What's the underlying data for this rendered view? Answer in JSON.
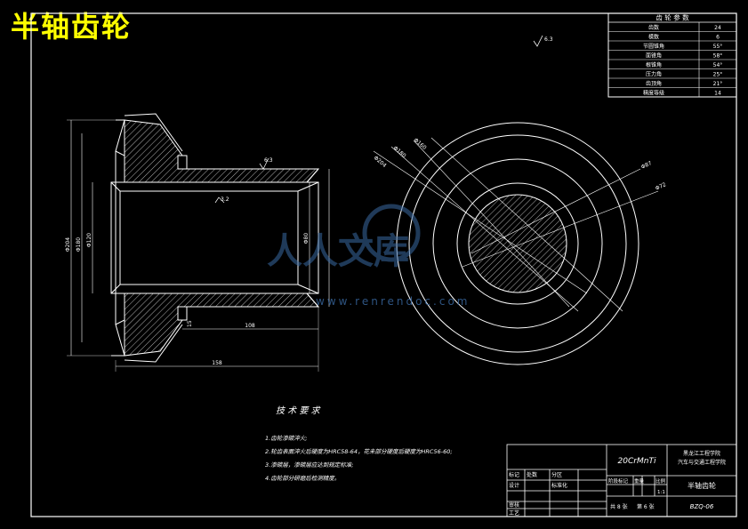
{
  "title": "半轴齿轮",
  "param_table": {
    "header": "齿 轮 参 数",
    "rows": [
      {
        "label": "齿数",
        "value": "24"
      },
      {
        "label": "模数",
        "value": "6"
      },
      {
        "label": "节圆锥角",
        "value": "55°"
      },
      {
        "label": "面锥角",
        "value": "58°"
      },
      {
        "label": "根锥角",
        "value": "54°"
      },
      {
        "label": "压力角",
        "value": "25°"
      },
      {
        "label": "齿顶角",
        "value": "21°"
      },
      {
        "label": "精度等级",
        "value": "14"
      }
    ]
  },
  "section_dims": {
    "overall_length": "158",
    "bore_length": "108",
    "dia_outer": "Φ204",
    "dia_2": "Φ180",
    "dia_3": "Φ120",
    "bore_dia": "Φ80",
    "groove": "15",
    "roughness_1": "6.3",
    "roughness_2": "3.2",
    "roughness_3": "6.3"
  },
  "circle_dims": {
    "d1": "Φ204",
    "d2": "Φ180",
    "d3": "Φ160",
    "d4": "Φ87",
    "d5": "Φ72"
  },
  "tech_req": {
    "heading": "技 术 要 求",
    "items": [
      "1.齿轮渗碳淬火;",
      "2.轮齿表面淬火后硬度为HRC58-64，花未部分硬度后硬度为HRC56-60;",
      "3.渗碳层，渗碳层应达到规定标准;",
      "4.齿轮部分研磨后检测精度。"
    ]
  },
  "title_block": {
    "material": "20CrMnTi",
    "school_line1": "黑龙江工程学院",
    "school_line2": "汽车与交通工程学院",
    "part_name": "半轴齿轮",
    "drawing_no": "BZQ-06",
    "label_mark": "标记",
    "label_count": "处数",
    "label_zone": "分区",
    "label_design": "设计",
    "label_std": "标准化",
    "label_review": "审核",
    "label_process": "工艺",
    "label_stage": "阶段标记",
    "label_weight": "重量",
    "label_scale": "比例",
    "scale": "1:1",
    "sheets": "共 8 张",
    "sheet_no": "第 6 张"
  },
  "watermark": {
    "text": "人人文库",
    "url": "www.renrendoc.com"
  }
}
